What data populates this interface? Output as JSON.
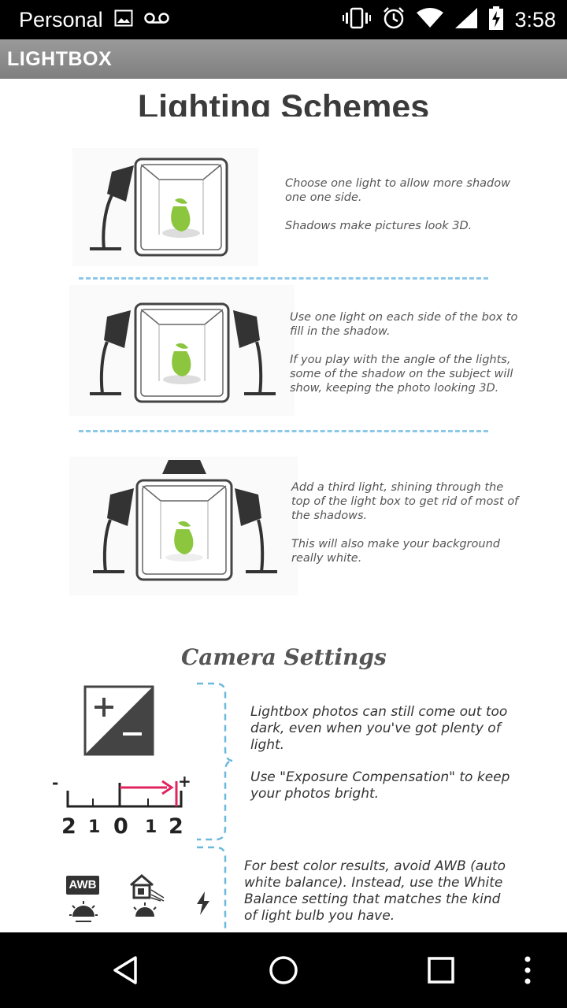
{
  "status_bar": {
    "carrier": "Personal",
    "time": "3:58",
    "icons": [
      "image-icon",
      "voicemail-icon",
      "vibrate-icon",
      "alarm-icon",
      "wifi-icon",
      "cell-signal-icon",
      "battery-charging-icon"
    ]
  },
  "app_bar": {
    "title": "LIGHTBOX"
  },
  "lighting": {
    "title": "Lighting Schemes",
    "schemes": [
      {
        "lines": [
          "Choose one light to allow more shadow one one side.",
          "Shadows make pictures look 3D."
        ]
      },
      {
        "lines": [
          "Use one light on each side of the box to fill in the shadow.",
          "If you play with the angle of the lights, some of the shadow on the subject will show, keeping the photo looking 3D."
        ]
      },
      {
        "lines": [
          "Add a third light, shining through the top of the light box to get rid of most of the shadows.",
          "This will also make your background really white."
        ]
      }
    ]
  },
  "camera": {
    "title": "Camera Settings",
    "exposure_text": [
      "Lightbox photos can still come out too dark, even when you've got plenty of light.",
      "Use \"Exposure Compensation\" to keep your photos bright."
    ],
    "scale_minus": "-",
    "scale_plus": "+",
    "scale_labels": [
      "2",
      "1",
      "0",
      "1",
      "2"
    ],
    "wb_text": "For best color results, avoid AWB (auto white balance). Instead, use the White Balance setting that matches the kind of light bulb you have.",
    "awb_label": "AWB"
  },
  "nav": {
    "icons": [
      "back-icon",
      "home-icon",
      "recents-icon",
      "overflow-menu-icon"
    ]
  },
  "colors": {
    "dash": "#8cc8e6",
    "pear": "#8cc63f",
    "arrow": "#e0245e",
    "app_bar": "#8a8a8a"
  }
}
